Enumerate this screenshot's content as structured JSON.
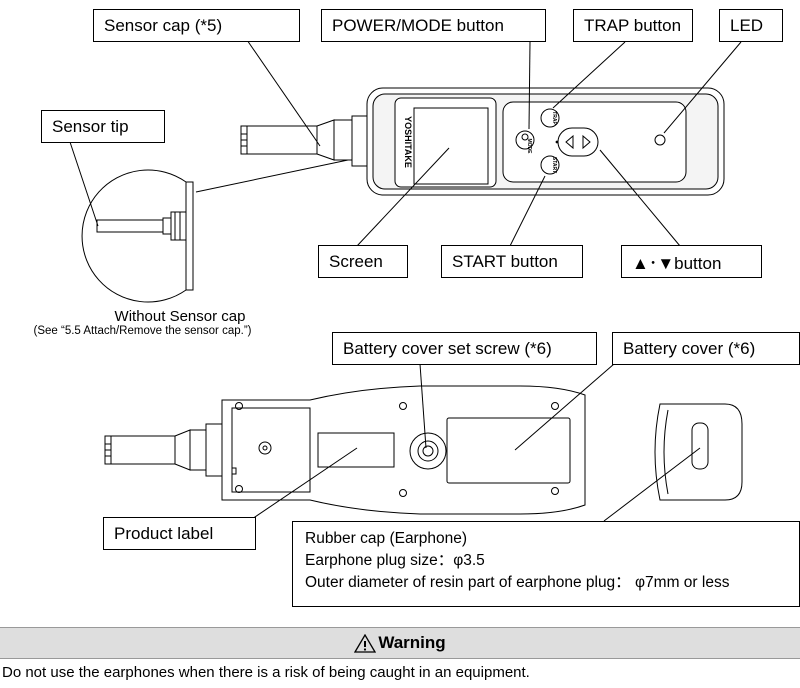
{
  "labels": {
    "sensor_cap": "Sensor cap (*5)",
    "power_mode": "POWER/MODE button",
    "trap": "TRAP button",
    "led": "LED",
    "sensor_tip": "Sensor tip",
    "screen": "Screen",
    "start": "START button",
    "updown": "▲･▼button",
    "battery_screw": "Battery cover set screw (*6)",
    "battery_cover": "Battery cover (*6)",
    "product_label": "Product label"
  },
  "caption": {
    "title": "Without Sensor cap",
    "note": "(See “5.5 Attach/Remove the sensor cap.”)"
  },
  "rubber": {
    "line1": "Rubber cap (Earphone)",
    "line2": "Earphone plug size：φ3.5",
    "line3": "Outer diameter of resin part of earphone plug：  φ7mm or less"
  },
  "device": {
    "brand": "YOSHITAKE",
    "mode_btn": "MODE",
    "trap_btn": "TRAP",
    "start_btn": "START"
  },
  "warning": {
    "title": "Warning",
    "text": "Do not use the earphones when there is a risk of being caught in an equipment."
  }
}
